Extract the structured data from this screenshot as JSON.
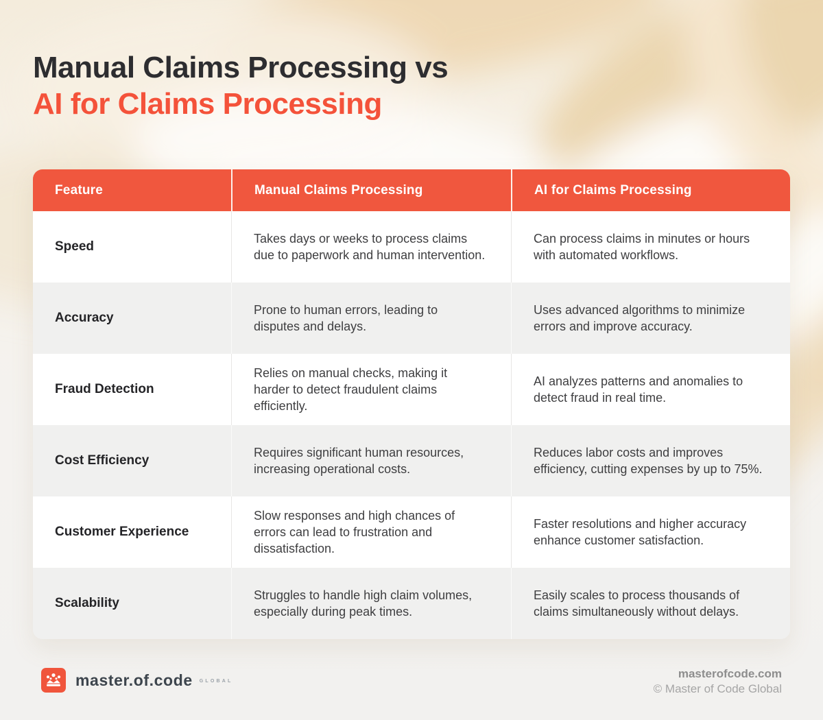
{
  "title": {
    "line1": "Manual Claims Processing vs",
    "line2": "AI for Claims Processing"
  },
  "colors": {
    "accent": "#F0573E",
    "title_dark": "#2D2D30",
    "title_accent": "#F4523A",
    "row_alt": "#F0F0EF",
    "header_text": "#FFFFFF"
  },
  "table": {
    "columns": [
      "Feature",
      "Manual Claims Processing",
      "AI for Claims Processing"
    ],
    "rows": [
      {
        "feature": "Speed",
        "manual": "Takes days or weeks to process claims due to paperwork and human intervention.",
        "ai": "Can process claims in minutes or hours with automated workflows."
      },
      {
        "feature": "Accuracy",
        "manual": "Prone to human errors, leading to disputes and delays.",
        "ai": "Uses advanced algorithms to minimize errors and improve accuracy."
      },
      {
        "feature": "Fraud Detection",
        "manual": "Relies on manual checks, making it harder to detect fraudulent claims efficiently.",
        "ai": "AI analyzes patterns and anomalies to detect fraud in real time."
      },
      {
        "feature": "Cost Efficiency",
        "manual": "Requires significant human resources, increasing operational costs.",
        "ai": "Reduces labor costs and improves efficiency, cutting expenses by up to 75%."
      },
      {
        "feature": "Customer Experience",
        "manual": "Slow responses and high chances of errors can lead to frustration and dissatisfaction.",
        "ai": "Faster resolutions and higher accuracy enhance customer satisfaction."
      },
      {
        "feature": "Scalability",
        "manual": "Struggles to handle high claim volumes, especially during peak times.",
        "ai": "Easily scales to process thousands of claims simultaneously without delays."
      }
    ]
  },
  "footer": {
    "logo_icon": "crown-icon",
    "logo_text": "master.of.code",
    "logo_suffix": "GLOBAL",
    "site": "masterofcode.com",
    "copyright": "© Master of Code Global"
  }
}
